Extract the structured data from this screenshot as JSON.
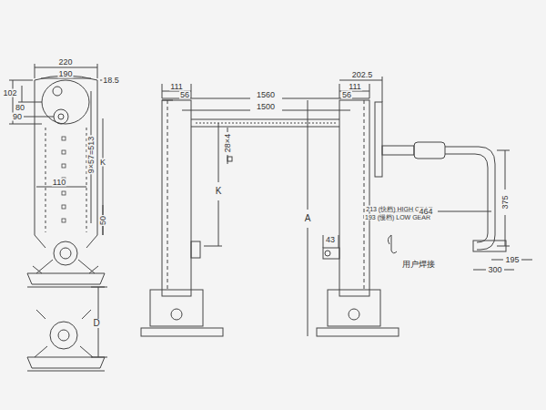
{
  "diagram": {
    "labels": [
      "220",
      "190",
      "18.5",
      "102",
      "80",
      "90",
      "9×57=513",
      "K",
      "110",
      "50",
      "D",
      "111",
      "56",
      "1560",
      "1500",
      "28×4",
      "K",
      "A",
      "111",
      "202.5",
      "56",
      "43",
      "213 (快档) HIGH GEAR",
      "193 (慢档) LOW GEAR",
      "464",
      "375",
      "用户焊接",
      "195",
      "300"
    ]
  }
}
